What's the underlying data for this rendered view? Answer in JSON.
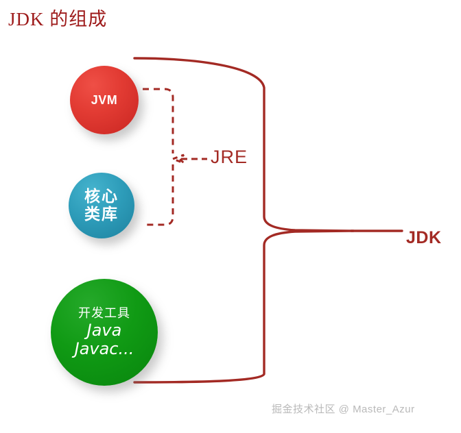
{
  "title": "JDK 的组成",
  "nodes": [
    {
      "id": "jvm",
      "label_en": "JVM",
      "color": "#e23b33"
    },
    {
      "id": "corelib",
      "label_line1": "核心",
      "label_line2": "类库",
      "color": "#2e9dba"
    },
    {
      "id": "devtools",
      "label_cn": "开发工具",
      "label_line1": "Java",
      "label_line2": "Javac...",
      "color": "#109a14"
    }
  ],
  "brackets": {
    "jre_label": "JRE",
    "jdk_label": "JDK",
    "stroke_color": "#a32a24"
  },
  "watermark": "掘金技术社区 @ Master_Azur"
}
